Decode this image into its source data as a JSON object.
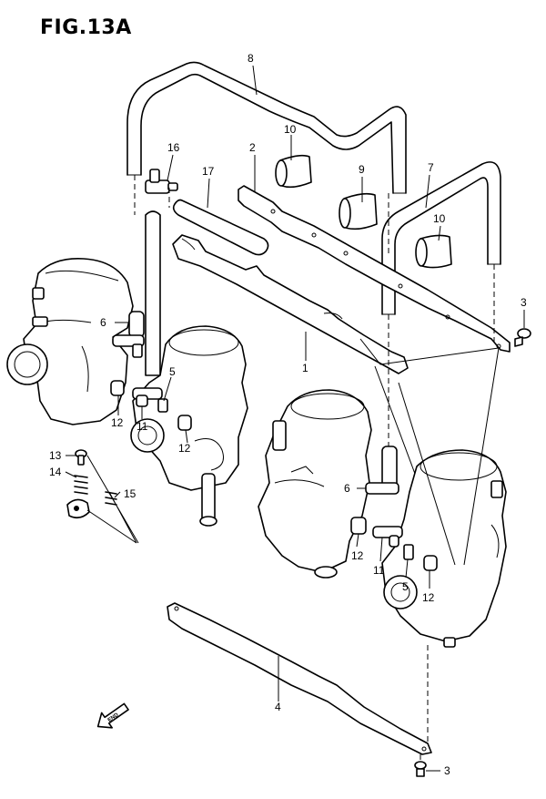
{
  "figure": {
    "title": "FIG.13A"
  },
  "callouts": [
    {
      "id": "8",
      "text": "8"
    },
    {
      "id": "10a",
      "text": "10"
    },
    {
      "id": "2",
      "text": "2"
    },
    {
      "id": "9",
      "text": "9"
    },
    {
      "id": "7",
      "text": "7"
    },
    {
      "id": "16",
      "text": "16"
    },
    {
      "id": "17",
      "text": "17"
    },
    {
      "id": "10b",
      "text": "10"
    },
    {
      "id": "3a",
      "text": "3"
    },
    {
      "id": "6a",
      "text": "6"
    },
    {
      "id": "1",
      "text": "1"
    },
    {
      "id": "5a",
      "text": "5"
    },
    {
      "id": "12a",
      "text": "12"
    },
    {
      "id": "11a",
      "text": "11"
    },
    {
      "id": "12b",
      "text": "12"
    },
    {
      "id": "13",
      "text": "13"
    },
    {
      "id": "14",
      "text": "14"
    },
    {
      "id": "15",
      "text": "15"
    },
    {
      "id": "6b",
      "text": "6"
    },
    {
      "id": "12c",
      "text": "12"
    },
    {
      "id": "11b",
      "text": "11"
    },
    {
      "id": "5b",
      "text": "5"
    },
    {
      "id": "12d",
      "text": "12"
    },
    {
      "id": "4",
      "text": "4"
    },
    {
      "id": "3b",
      "text": "3"
    }
  ],
  "direction_indicator": {
    "text": "END",
    "icon": "forward-arrow-icon"
  }
}
